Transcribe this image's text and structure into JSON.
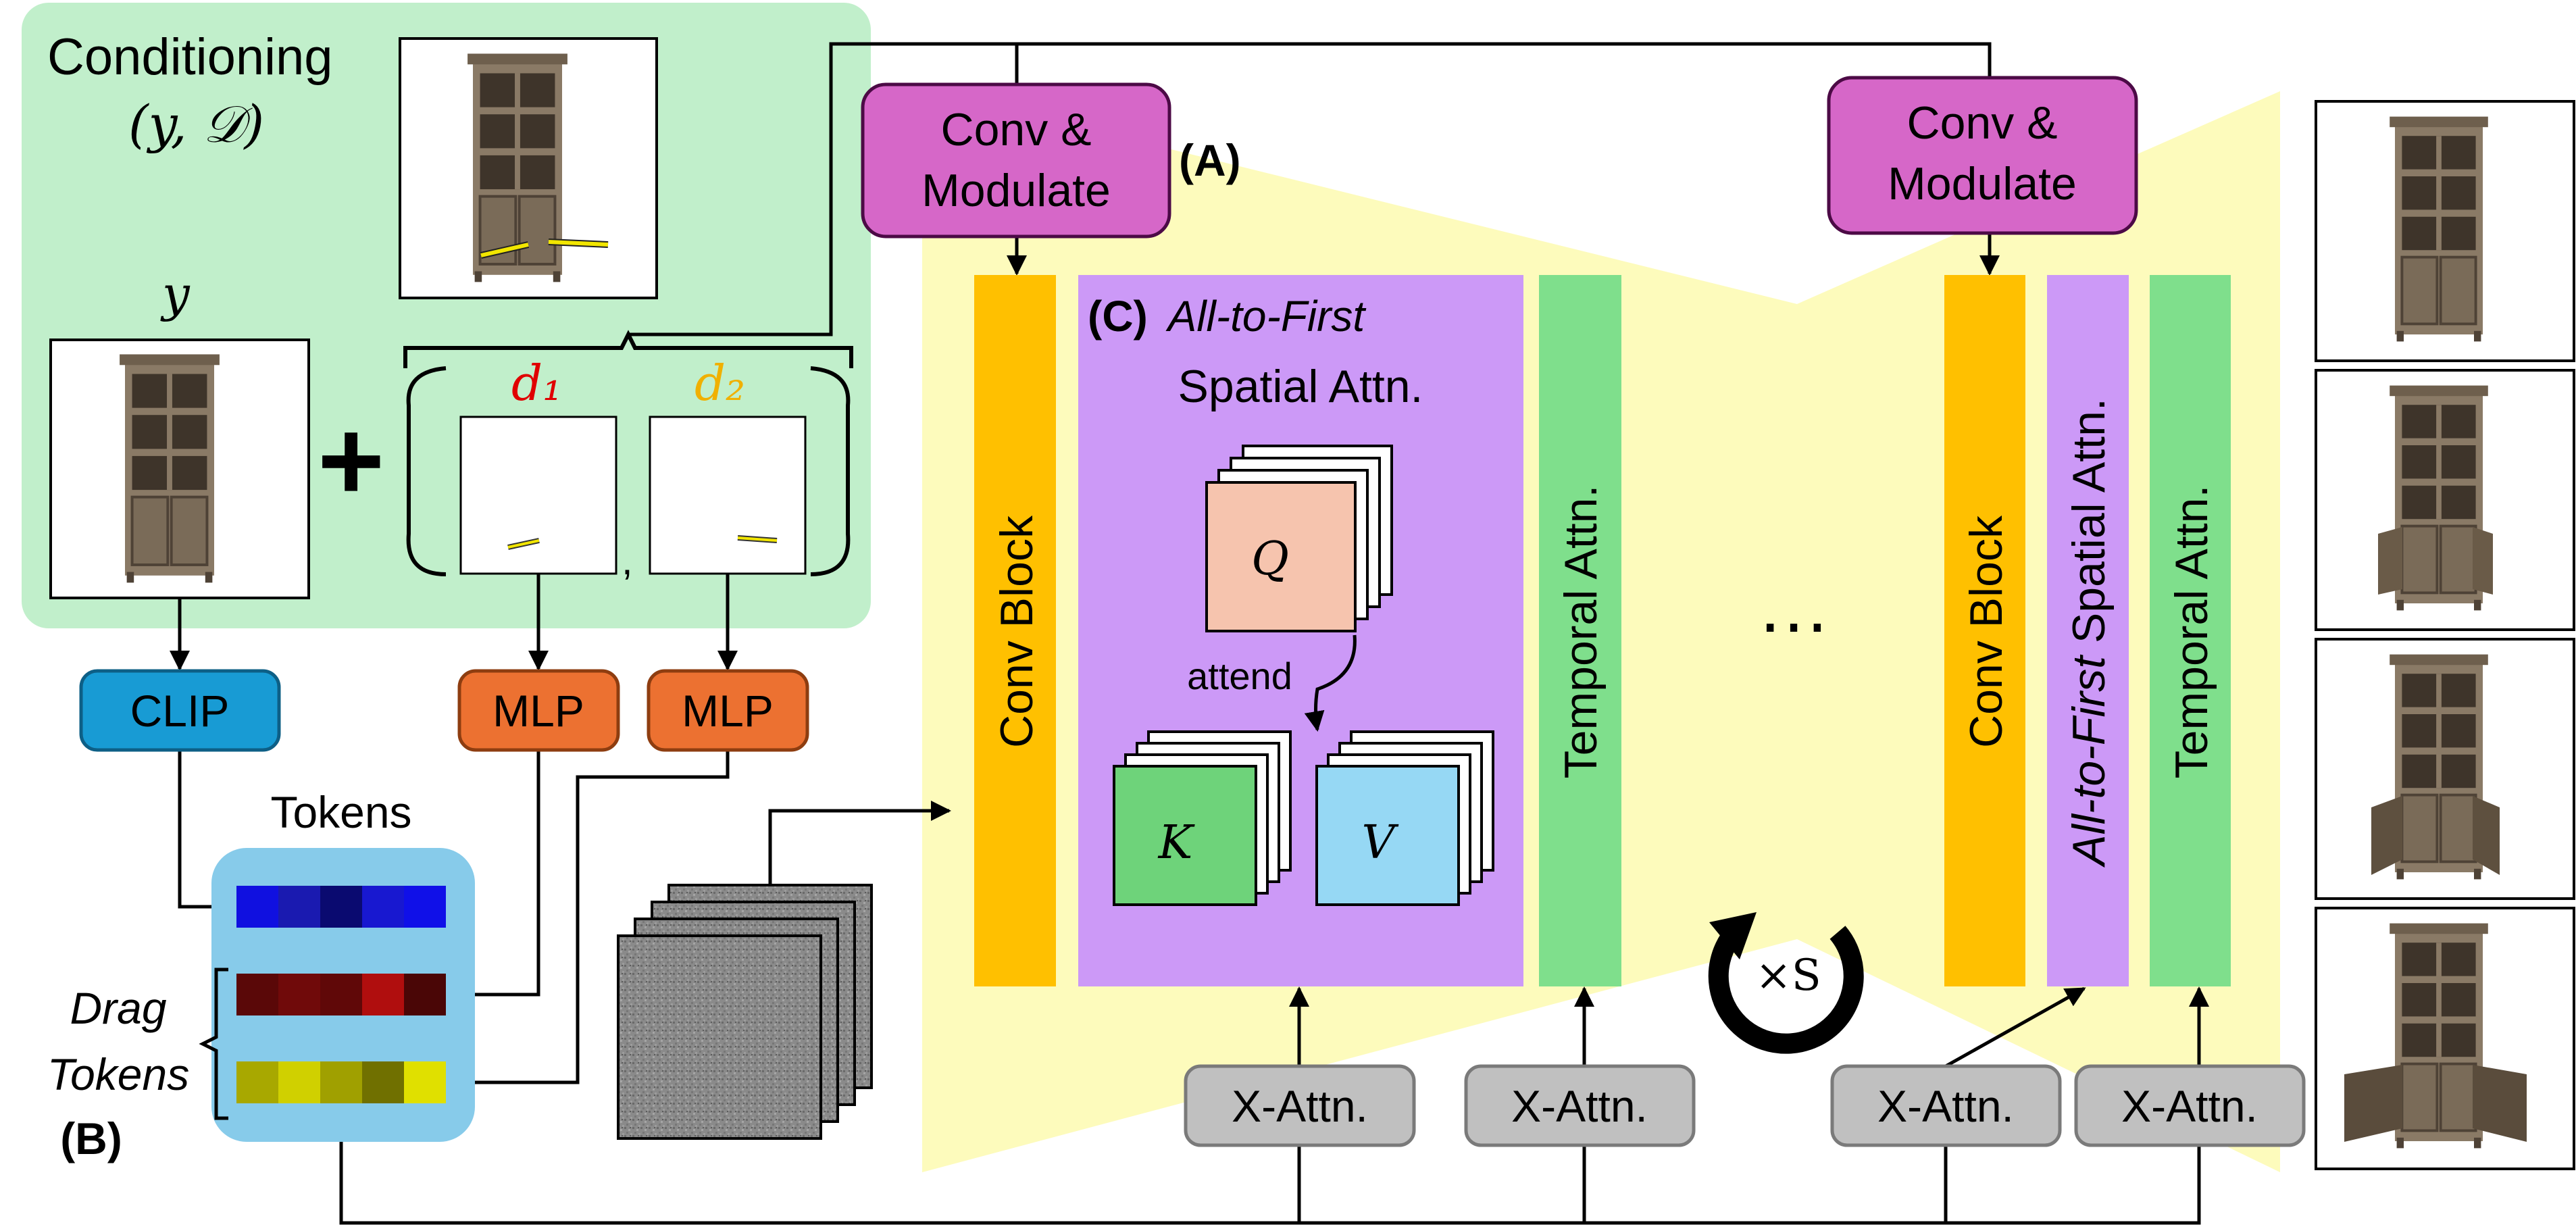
{
  "conditioning": {
    "title": "Conditioning",
    "formula": "(y, 𝒟)",
    "y_label": "y",
    "plus": "+",
    "d1_label": "d₁",
    "d2_label": "d₂",
    "comma": ","
  },
  "encoders": {
    "clip": "CLIP",
    "mlp1": "MLP",
    "mlp2": "MLP"
  },
  "tokens": {
    "title": "Tokens",
    "drag_tokens_line1": "Drag",
    "drag_tokens_line2": "Tokens",
    "label_b": "(B)",
    "row_clip_colors": [
      "#1010e0",
      "#1a1ab0",
      "#0a0a70",
      "#1818d0",
      "#1010e8"
    ],
    "row_drag1_colors": [
      "#5a0808",
      "#700a0a",
      "#600808",
      "#b00e0e",
      "#4a0606"
    ],
    "row_drag2_colors": [
      "#a8a800",
      "#d0d000",
      "#a0a000",
      "#707000",
      "#e0e000"
    ]
  },
  "unet": {
    "conv_modulate_left": [
      "Conv &",
      "Modulate"
    ],
    "conv_modulate_right": [
      "Conv &",
      "Modulate"
    ],
    "label_a": "(A)",
    "conv_block_left": "Conv Block",
    "conv_block_right": "Conv Block",
    "attn_c_label": "(C)",
    "attn_c_title_italic": "All-to-First",
    "attn_c_title2": "Spatial Attn.",
    "q": "Q",
    "k": "K",
    "v": "V",
    "attend": "attend",
    "temporal_left": "Temporal Attn.",
    "temporal_right": "Temporal Attn.",
    "spatial_right_italic": "All-to-First",
    "spatial_right_rest": " Spatial Attn.",
    "ellipsis": "…",
    "loop": "×S",
    "xattn": [
      "X-Attn.",
      "X-Attn.",
      "X-Attn.",
      "X-Attn."
    ]
  },
  "colors": {
    "green_bg": "#c1efcb",
    "yellow_bg": "#fdfbbc",
    "magenta": "#d667c8",
    "orange_block": "#ffc000",
    "purple_block": "#cc99f7",
    "green_block": "#7fdf8c",
    "clip_blue": "#189bd4",
    "mlp_orange": "#ec7131",
    "tokens_bg": "#87cbea",
    "xattn_gray": "#c0c0c0",
    "q_salmon": "#f6c4ae",
    "k_green": "#6ed37a",
    "v_blue": "#96d8f4",
    "d1_red": "#e00000",
    "d2_gold": "#f0b000"
  },
  "icons": [
    "cabinet-image",
    "drag-arrow",
    "noise-latent",
    "loop-arrow"
  ]
}
